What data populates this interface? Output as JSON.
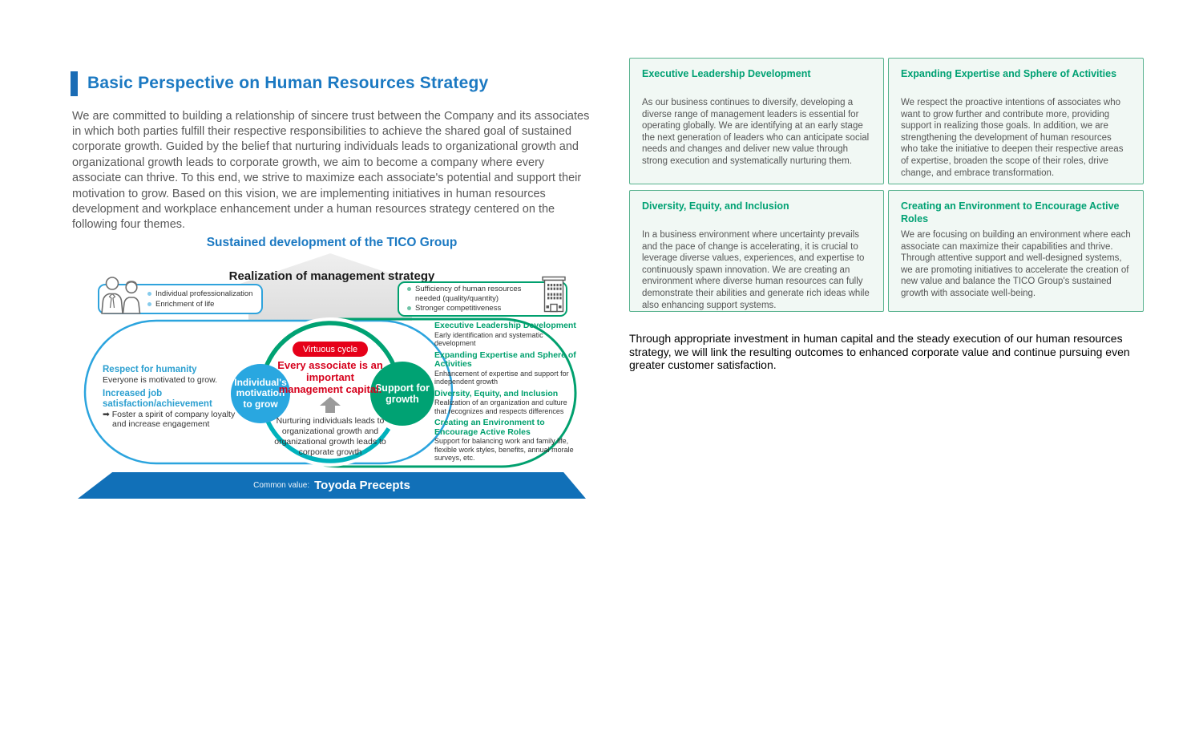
{
  "colors": {
    "accent_blue": "#1b79c2",
    "diagram_light_blue": "#29a7e0",
    "diagram_green": "#00a273",
    "diagram_teal": "#00b2bc",
    "highlight_red": "#e60019",
    "band_blue": "#1170b8",
    "theme_box_border": "#57b28e",
    "theme_box_bg": "#f1f8f4"
  },
  "header": {
    "title": "Basic Perspective on Human Resources Strategy"
  },
  "intro": "We are committed to building a relationship of sincere trust between the Company and its associates in which both parties fulfill their respective responsibilities to achieve the shared goal of sustained corporate growth. Guided by the belief that nurturing individuals leads to organizational growth and organizational growth leads to corporate growth, we aim to become a company where every associate can thrive. To this end, we strive to maximize each associate's potential and support their motivation to grow. Based on this vision, we are implementing initiatives in human resources development and workplace enhancement under a human resources strategy centered on the following four themes.",
  "diagram": {
    "goal_heading": "Sustained development of the TICO Group",
    "strategy_heading": "Realization of management strategy",
    "individual_outcomes": {
      "icon": "people-icon",
      "items": [
        "Individual professionalization",
        "Enrichment of life"
      ]
    },
    "company_outcomes": {
      "icon": "building-icon",
      "items": [
        "Sufficiency of human resources needed (quality/quantity)",
        "Stronger competitiveness"
      ]
    },
    "left_circle": "Individual's motivation to grow",
    "right_circle": "Support for growth",
    "cycle_badge": "Virtuous cycle",
    "cycle_statement": "Every associate is an important management capital.",
    "cycle_note": "Nurturing individuals leads to organizational growth and organizational growth leads to corporate growth",
    "left_points": [
      {
        "title": "Respect for humanity",
        "desc": "Everyone is motivated to grow."
      },
      {
        "title": "Increased job satisfaction/achievement",
        "desc": "➡ Foster a spirit of company loyalty and increase engagement"
      }
    ],
    "right_points": [
      {
        "title": "Executive Leadership Development",
        "desc": "Early identification and systematic development"
      },
      {
        "title": "Expanding Expertise and Sphere of Activities",
        "desc": "Enhancement of expertise and support for independent growth"
      },
      {
        "title": "Diversity, Equity, and Inclusion",
        "desc": "Realization of an organization and culture that recognizes and respects differences"
      },
      {
        "title": "Creating an Environment to Encourage Active Roles",
        "desc": "Support for balancing work and family life, flexible work styles, benefits, annual morale surveys, etc."
      }
    ],
    "base_label": "Common value:",
    "base_value": "Toyoda Precepts"
  },
  "themes": [
    {
      "title": "Executive Leadership Development",
      "body": "As our business continues to diversify, developing a diverse range of management leaders is essential for operating globally. We are identifying at an early stage the next generation of leaders who can anticipate social needs and changes and deliver new value through strong execution and systematically nurturing them."
    },
    {
      "title": "Expanding Expertise and Sphere of Activities",
      "body": "We respect the proactive intentions of associates who want to grow further and contribute more, providing support in realizing those goals. In addition, we are strengthening the development of human resources who take the initiative to deepen their respective areas of expertise, broaden the scope of their roles, drive change, and embrace transformation."
    },
    {
      "title": "Diversity, Equity, and Inclusion",
      "body": "In a business environment where uncertainty prevails and the pace of change is accelerating, it is crucial to leverage diverse values, experiences, and expertise to continuously spawn innovation. We are creating an environment where diverse human resources can fully demonstrate their abilities and generate rich ideas while also enhancing support systems."
    },
    {
      "title": "Creating an Environment to Encourage Active Roles",
      "body": "We are focusing on building an environment where each associate can maximize their capabilities and thrive. Through attentive support and well-designed systems, we are promoting initiatives to accelerate the creation of new value and balance the TICO Group's sustained growth with associate well-being."
    }
  ],
  "closing": "Through appropriate investment in human capital and the steady execution of our human resources strategy, we will link the resulting outcomes to enhanced corporate value and continue pursuing even greater customer satisfaction."
}
